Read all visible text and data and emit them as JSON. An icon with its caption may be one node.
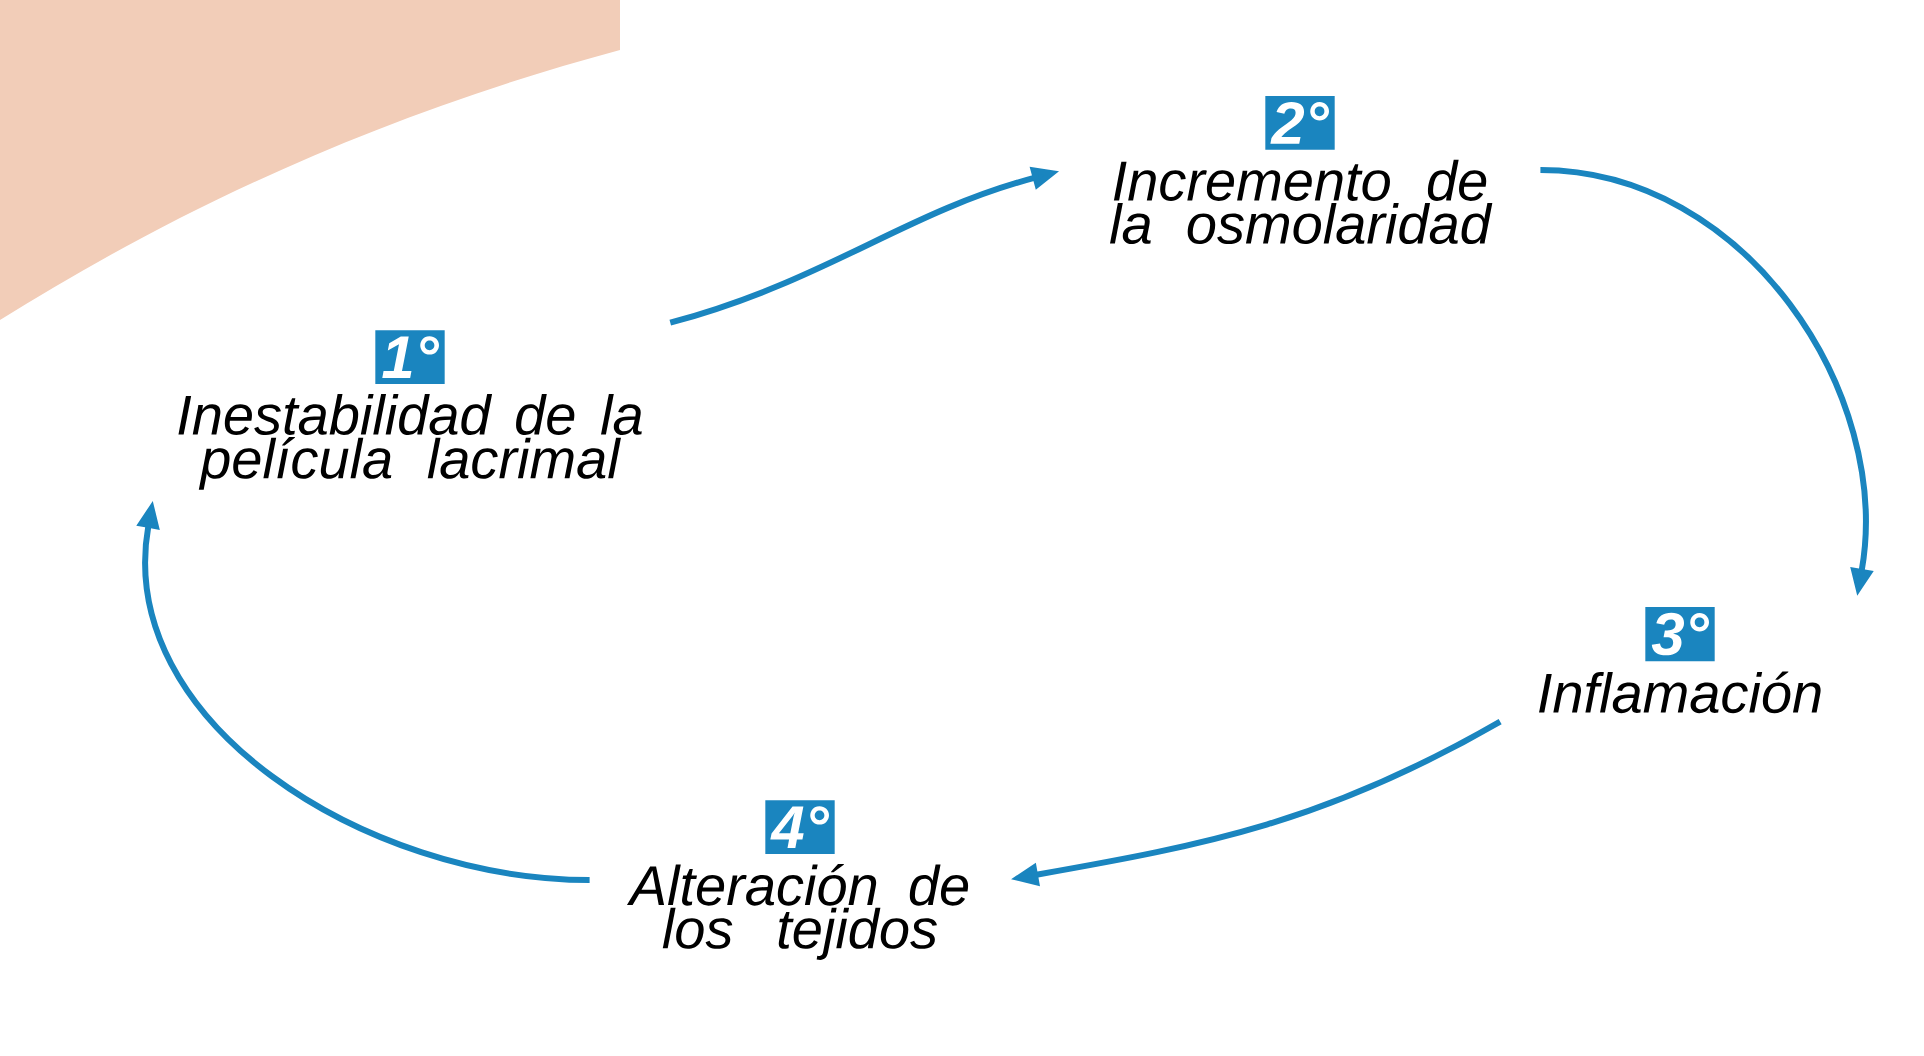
{
  "diagram": {
    "nodes": [
      {
        "text": [
          "1°",
          "Inestabilidad de la película lacrimal"
        ]
      },
      {
        "text": [
          "2°",
          "Incremento de la osmolaridad"
        ]
      },
      {
        "text": [
          "3°",
          "Inflamación"
        ]
      },
      {
        "text": [
          "4°",
          "Alteración de los tejidos"
        ]
      }
    ],
    "edges": [
      {
        "from": 0,
        "to": 1,
        "arrow": "to"
      },
      {
        "from": 1,
        "to": 2,
        "arrow": "to"
      },
      {
        "from": 2,
        "to": 3,
        "arrow": "to"
      },
      {
        "from": 3,
        "to": 0,
        "arrow": "to"
      }
    ]
  }
}
